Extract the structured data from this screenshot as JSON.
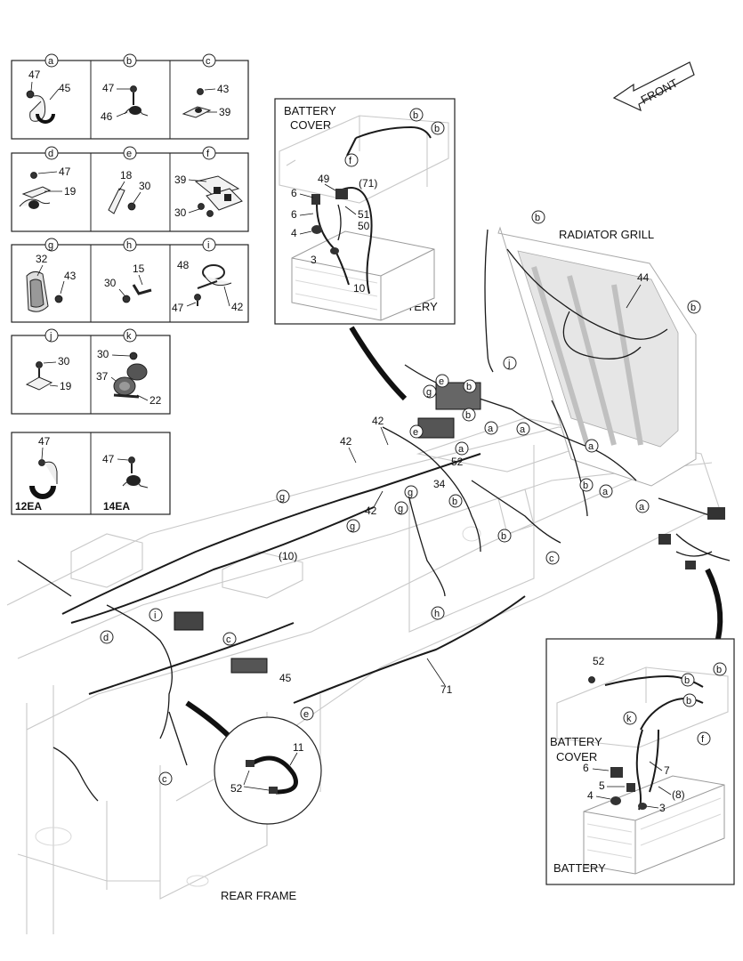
{
  "direction": {
    "front": "FRONT"
  },
  "detail_boxes": [
    {
      "letter": "a",
      "labels": [
        "47",
        "45"
      ]
    },
    {
      "letter": "b",
      "labels": [
        "47",
        "46"
      ]
    },
    {
      "letter": "c",
      "labels": [
        "43",
        "39"
      ]
    },
    {
      "letter": "d",
      "labels": [
        "47",
        "19"
      ]
    },
    {
      "letter": "e",
      "labels": [
        "18",
        "30"
      ]
    },
    {
      "letter": "f",
      "labels": [
        "39",
        "30"
      ]
    },
    {
      "letter": "g",
      "labels": [
        "32",
        "43"
      ]
    },
    {
      "letter": "h",
      "labels": [
        "15",
        "30"
      ]
    },
    {
      "letter": "i",
      "labels": [
        "48",
        "47",
        "42"
      ]
    },
    {
      "letter": "j",
      "labels": [
        "30",
        "19"
      ]
    },
    {
      "letter": "k",
      "labels": [
        "30",
        "37",
        "22"
      ]
    }
  ],
  "clamp_box": {
    "left": {
      "labels": [
        "47"
      ],
      "caption": "12EA"
    },
    "right": {
      "labels": [
        "47"
      ],
      "caption": "14EA"
    }
  },
  "battery_inset": {
    "title_line1": "BATTERY",
    "title_line2": "COVER",
    "bottom_label": "BATTERY",
    "callouts": [
      "49",
      "6",
      "6",
      "4",
      "3",
      "(71)",
      "51",
      "50",
      "10"
    ],
    "circles": [
      "b",
      "b",
      "f"
    ]
  },
  "main": {
    "radiator_label": "RADIATOR GRILL",
    "rear_frame_label": "REAR FRAME",
    "callouts": [
      "44",
      "42",
      "42",
      "42",
      "52",
      "34",
      "(10)",
      "45",
      "71"
    ],
    "circles": [
      "b",
      "b",
      "b",
      "b",
      "b",
      "b",
      "b",
      "j",
      "e",
      "e",
      "e",
      "g",
      "g",
      "g",
      "g",
      "g",
      "a",
      "a",
      "a",
      "a",
      "a",
      "a",
      "c",
      "c",
      "c",
      "d",
      "i",
      "h"
    ]
  },
  "cable_inset": {
    "labels": [
      "11",
      "52"
    ]
  },
  "battery_inset2": {
    "title_line1": "BATTERY",
    "title_line2": "COVER",
    "bottom_label": "BATTERY",
    "callouts": [
      "52",
      "6",
      "5",
      "4",
      "3",
      "7",
      "(8)"
    ],
    "circles": [
      "b",
      "b",
      "b",
      "k",
      "f"
    ]
  }
}
